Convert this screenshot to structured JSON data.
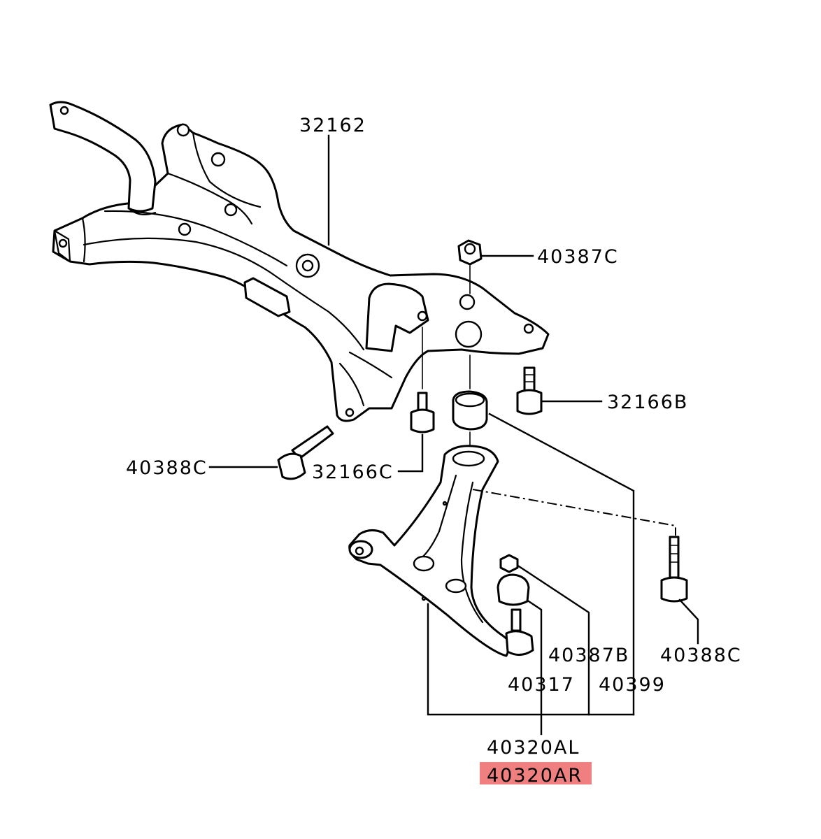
{
  "colors": {
    "line": "#000000",
    "background": "#ffffff",
    "highlight": "#f08080"
  },
  "labels": {
    "crossmember": "32162",
    "nut_top": "40387C",
    "bolt_right": "32166B",
    "bolt_left": "40388C",
    "bolt_center": "32166C",
    "bolt_rear": "40388C",
    "nut_balljoint": "40387B",
    "ball_joint": "40317",
    "bushing": "40399",
    "arm_left": "40320AL",
    "arm_right": "40320AR"
  }
}
